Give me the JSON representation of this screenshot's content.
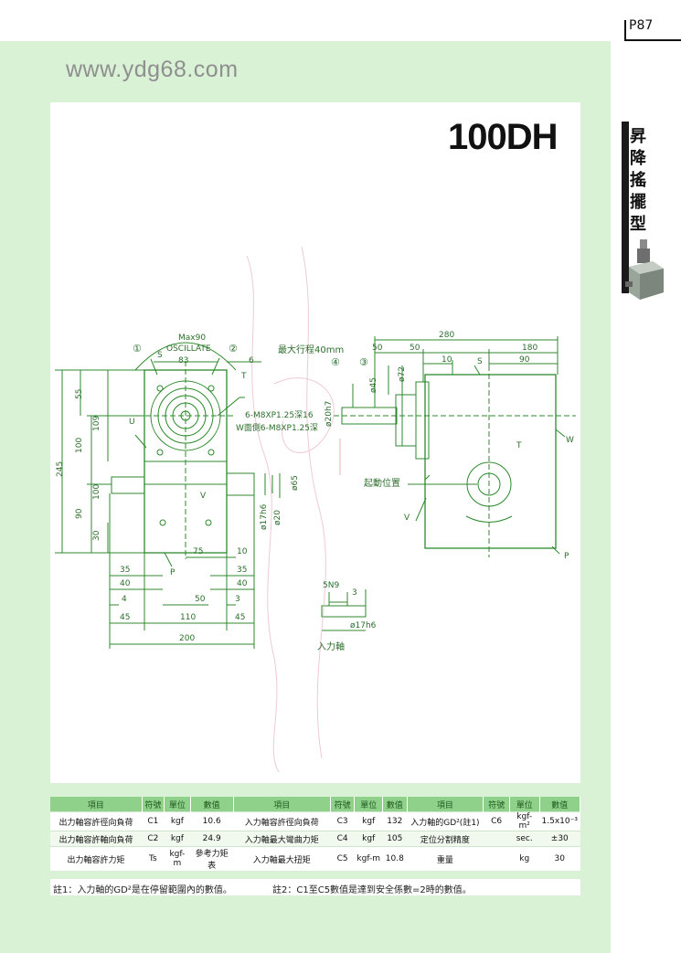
{
  "page_number": "P87",
  "watermark": "www.ydg68.com",
  "model": "100DH",
  "side_title": [
    "昇",
    "降",
    "搖",
    "擺",
    "型"
  ],
  "drawing": {
    "labels": {
      "max90": "Max90",
      "oscillate": "OSCILLATE",
      "c1": "①",
      "c2": "②",
      "c3": "③",
      "c4": "④",
      "s": "S",
      "t": "T",
      "u": "U",
      "v": "V",
      "p": "P",
      "w": "W",
      "tapped_holes": "6-M8XP1.25深16",
      "w_face_holes": "W面側6-M8XP1.25深",
      "max_stroke": "最大行程40mm",
      "start_position": "起動位置",
      "input_shaft": "入力軸",
      "key": "5N9",
      "key_depth": "3",
      "shaft_dia": "ø17h6"
    },
    "dims_front": {
      "d83": "83",
      "d6": "6",
      "d55": "55",
      "d109": "109",
      "d100a": "100",
      "d100b": "100",
      "d245": "245",
      "d90": "90",
      "d30": "30",
      "d75": "75",
      "d10": "10",
      "d35a": "35",
      "d35b": "35",
      "d40a": "40",
      "d40b": "40",
      "d4": "4",
      "d50": "50",
      "d3": "3",
      "d45": "45",
      "d110": "110",
      "d45b": "45",
      "d200": "200",
      "o65": "ø65",
      "o17h6": "ø17h6",
      "o20": "ø20"
    },
    "dims_side": {
      "d280": "280",
      "d50a": "50",
      "d50b": "50",
      "d180": "180",
      "d10": "10",
      "d90": "90",
      "o72": "ø72",
      "o45": "ø45",
      "o20h7": "ø20h7"
    }
  },
  "spec_table": {
    "headers": [
      "項目",
      "符號",
      "單位",
      "數值",
      "項目",
      "符號",
      "單位",
      "數值",
      "項目",
      "符號",
      "單位",
      "數值"
    ],
    "rows": [
      [
        "出力軸容許徑向負荷",
        "C1",
        "kgf",
        "10.6",
        "入力軸容許徑向負荷",
        "C3",
        "kgf",
        "132",
        "入力軸的GD²(註1)",
        "C6",
        "kgf-m²",
        "1.5x10⁻³"
      ],
      [
        "出力軸容許軸向負荷",
        "C2",
        "kgf",
        "24.9",
        "入力軸最大彎曲力矩",
        "C4",
        "kgf",
        "105",
        "定位分割精度",
        "",
        "sec.",
        "±30"
      ],
      [
        "出力軸容許力矩",
        "Ts",
        "kgf-m",
        "參考力矩表",
        "入力軸最大扭矩",
        "C5",
        "kgf-m",
        "10.8",
        "重量",
        "",
        "kg",
        "30"
      ]
    ]
  },
  "notes": {
    "note1": "註1：入力軸的GD²是在停留範圍內的數值。",
    "note2": "註2：C1至C5數值是達到安全係數=2時的數值。"
  },
  "colors": {
    "page_green": "#d9f2d6",
    "line_green": "#2c8a2c",
    "header_green": "#8fd08a"
  }
}
